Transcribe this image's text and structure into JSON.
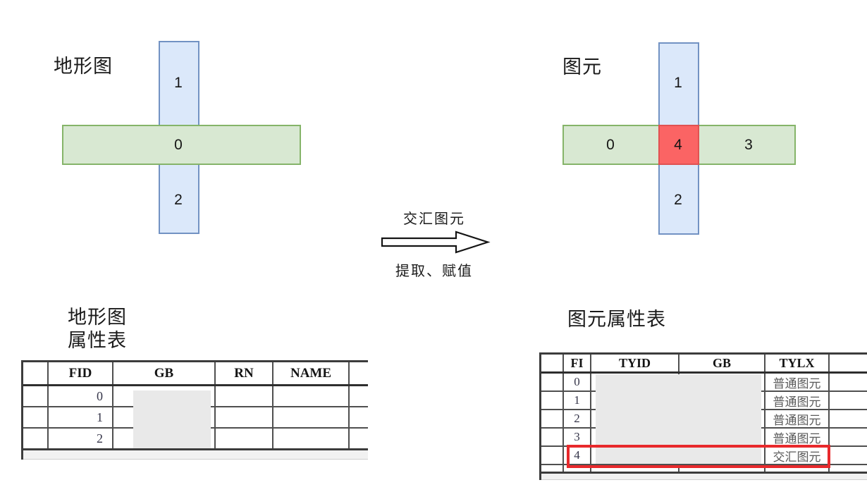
{
  "colors": {
    "blue_fill": "#dbe8fa",
    "blue_border": "#7292c3",
    "green_fill": "#d8e8d2",
    "green_border": "#85b469",
    "red_fill": "#fb6464",
    "red_border": "#e05252",
    "highlight": "#e8292c",
    "redact_gray": "#e9e9e9"
  },
  "left_diagram": {
    "title": "地形图",
    "seg_top": "1",
    "seg_mid": "0",
    "seg_bottom": "2"
  },
  "right_diagram": {
    "title": "图元",
    "seg_top": "1",
    "seg_left": "0",
    "seg_center": "4",
    "seg_right": "3",
    "seg_bottom": "2"
  },
  "arrow": {
    "label_top": "交汇图元",
    "label_bottom": "提取、赋值"
  },
  "left_table": {
    "title": "地形图\n属性表",
    "headers": [
      "FID",
      "GB",
      "RN",
      "NAME"
    ],
    "rows": [
      {
        "fid": "0"
      },
      {
        "fid": "1"
      },
      {
        "fid": "2"
      }
    ]
  },
  "right_table": {
    "title": "图元属性表",
    "headers": [
      "FI",
      "TYID",
      "GB",
      "TYLX"
    ],
    "rows": [
      {
        "fi": "0",
        "tylx": "普通图元"
      },
      {
        "fi": "1",
        "tylx": "普通图元"
      },
      {
        "fi": "2",
        "tylx": "普通图元"
      },
      {
        "fi": "3",
        "tylx": "普通图元"
      },
      {
        "fi": "4",
        "tylx": "交汇图元"
      }
    ]
  }
}
